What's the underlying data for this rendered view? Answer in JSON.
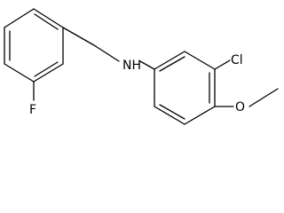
{
  "structure": {
    "atoms": {
      "fluorine": "F",
      "nitrogen_hydrogen": "NH",
      "chlorine": "Cl",
      "oxygen": "O"
    }
  },
  "colors": {
    "bond": "#000000",
    "label": "#000000",
    "background": "#ffffff"
  }
}
